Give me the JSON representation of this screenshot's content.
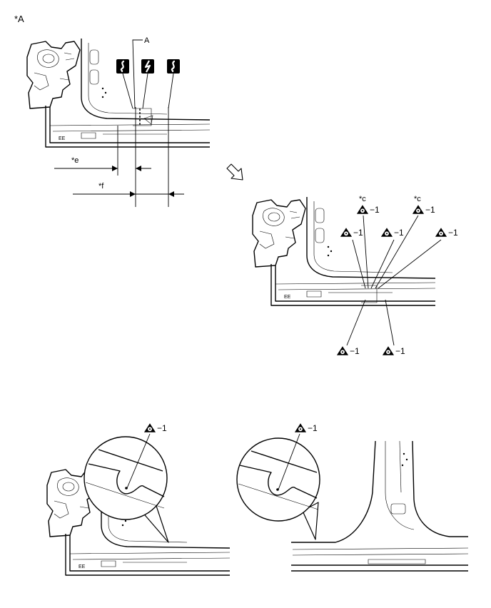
{
  "figure_label": "*A",
  "top_view": {
    "point_label": "A",
    "dim_e": "*e",
    "dim_f": "*f",
    "cut_symbols": [
      "wavy-cut-icon",
      "zigzag-cut-icon",
      "wavy-cut-icon"
    ]
  },
  "arrow_icon": "hollow-down-right-arrow-icon",
  "mid_view": {
    "spot_weld_symbol": "spot-weld-triangle-icon",
    "callouts": [
      {
        "prefix": "*c",
        "text": "−1"
      },
      {
        "prefix": "*c",
        "text": "−1"
      },
      {
        "prefix": "",
        "text": "−1"
      },
      {
        "prefix": "",
        "text": "−1"
      },
      {
        "prefix": "",
        "text": "−1"
      },
      {
        "prefix": "",
        "text": "−1"
      },
      {
        "prefix": "",
        "text": "−1"
      }
    ]
  },
  "bottom_left": {
    "callout": "−1"
  },
  "bottom_right": {
    "callout": "−1"
  }
}
